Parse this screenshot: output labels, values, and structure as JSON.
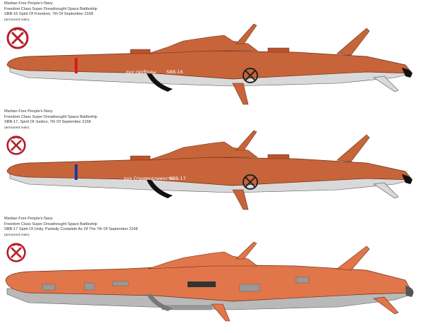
{
  "ships": [
    {
      "caption": {
        "navy": "Martian Free People's Navy",
        "class": "Freedom Class Super Dreadnought Space Battleship",
        "designation": "SBB-16 Spirit Of Freedom, 7th Of September 2168",
        "note": "(armoured main)"
      },
      "hull_name": "дух свободы",
      "hull_number": "SBB-16",
      "stripe_color": "#d81b1b",
      "hull_color": "#c8643a",
      "lower_color": "#d9d9d9",
      "complete": true
    },
    {
      "caption": {
        "navy": "Martian Free People's Navy",
        "class": "Freedom Class Super Dreadnought Space Battleship",
        "designation": "SBB-17, Spirit Of Justice, 7th Of September 2168",
        "note": "(armoured main)"
      },
      "hull_name": "дух Справедливости",
      "hull_number": "SBB-17",
      "stripe_color": "#1a3a9a",
      "hull_color": "#c8643a",
      "lower_color": "#d9d9d9",
      "complete": true
    },
    {
      "caption": {
        "navy": "Martian Free People's Navy",
        "class": "Freedom Class Super Dreadnought Space Battleship",
        "designation": "SBB-17 Spirit Of Unity, Partially Complete As Of The 7th Of September 2168",
        "note": "(armoured main)"
      },
      "hull_name": "",
      "hull_number": "",
      "stripe_color": "",
      "hull_color": "#e0764a",
      "lower_color": "#b9b9b9",
      "complete": false
    }
  ],
  "emblem": {
    "ring_color": "#b3202a",
    "icon": "crossed-scythe-emblem-icon"
  }
}
